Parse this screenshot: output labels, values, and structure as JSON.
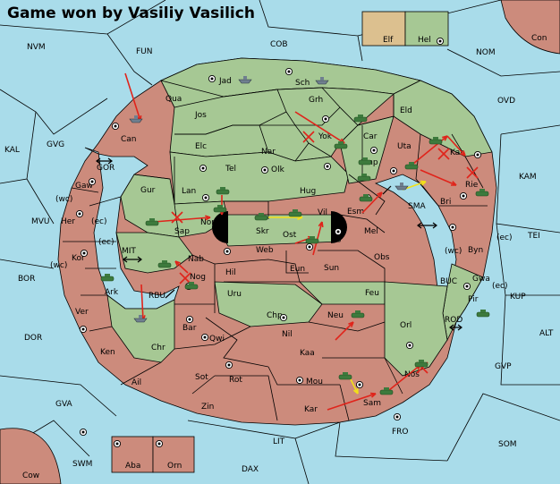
{
  "title": "Game won by Vasiliy Vasilich",
  "legend": [
    {
      "name": "Elf",
      "color": "#dcc08f"
    },
    {
      "name": "Hel",
      "color": "#a6c894"
    }
  ],
  "colors": {
    "sea": "#a9dcea",
    "hel": "#a6c894",
    "elf": "#cc8b7c",
    "move": "#e0241b",
    "support": "#f2e019",
    "unit": "#3d7a3d"
  },
  "provinces": [
    {
      "label": "NVM"
    },
    {
      "label": "FUN"
    },
    {
      "label": "COB"
    },
    {
      "label": "NOM"
    },
    {
      "label": "Con"
    },
    {
      "label": "OVD"
    },
    {
      "label": "KAL"
    },
    {
      "label": "GVG"
    },
    {
      "label": "GOR"
    },
    {
      "label": "KAM"
    },
    {
      "label": "MVU"
    },
    {
      "label": "SMA"
    },
    {
      "label": "TEI"
    },
    {
      "label": "MIT"
    },
    {
      "label": "BOR"
    },
    {
      "label": "BUC"
    },
    {
      "label": "KUP"
    },
    {
      "label": "RBU"
    },
    {
      "label": "ROD"
    },
    {
      "label": "DOR"
    },
    {
      "label": "ALT"
    },
    {
      "label": "GVP"
    },
    {
      "label": "GVA"
    },
    {
      "label": "FRO"
    },
    {
      "label": "LIT"
    },
    {
      "label": "SOM"
    },
    {
      "label": "SWM"
    },
    {
      "label": "DAX"
    },
    {
      "label": "Cow"
    },
    {
      "label": "Jad"
    },
    {
      "label": "Sch"
    },
    {
      "label": "Qua"
    },
    {
      "label": "Grh"
    },
    {
      "label": "Jos"
    },
    {
      "label": "Eld"
    },
    {
      "label": "Can"
    },
    {
      "label": "Car"
    },
    {
      "label": "Elc"
    },
    {
      "label": "Nar"
    },
    {
      "label": "Yok"
    },
    {
      "label": "Uta"
    },
    {
      "label": "Kat"
    },
    {
      "label": "Tel"
    },
    {
      "label": "Olk"
    },
    {
      "label": "Amp"
    },
    {
      "label": "Gaw"
    },
    {
      "label": "Gur"
    },
    {
      "label": "Lan"
    },
    {
      "label": "Hug"
    },
    {
      "label": "Rie"
    },
    {
      "label": "Bri"
    },
    {
      "label": "(wc)"
    },
    {
      "label": "Her"
    },
    {
      "label": "(ec)"
    },
    {
      "label": "Esm"
    },
    {
      "label": "Vil"
    },
    {
      "label": "Skr"
    },
    {
      "label": "Nor"
    },
    {
      "label": "Sap"
    },
    {
      "label": "Ost"
    },
    {
      "label": "Mel"
    },
    {
      "label": "Web"
    },
    {
      "label": "(ec)"
    },
    {
      "label": "Kor"
    },
    {
      "label": "(wc)"
    },
    {
      "label": "Nab"
    },
    {
      "label": "Obs"
    },
    {
      "label": "(wc)"
    },
    {
      "label": "Byn"
    },
    {
      "label": "(ec)"
    },
    {
      "label": "Eun"
    },
    {
      "label": "Sun"
    },
    {
      "label": "Hil"
    },
    {
      "label": "Nog"
    },
    {
      "label": "Gwa"
    },
    {
      "label": "(ec)"
    },
    {
      "label": "Ark"
    },
    {
      "label": "Uru"
    },
    {
      "label": "Feu"
    },
    {
      "label": "Pir"
    },
    {
      "label": "Ver"
    },
    {
      "label": "Chp"
    },
    {
      "label": "Neu"
    },
    {
      "label": "Orl"
    },
    {
      "label": "Bar"
    },
    {
      "label": "Qwi"
    },
    {
      "label": "Nil"
    },
    {
      "label": "Ken"
    },
    {
      "label": "Chr"
    },
    {
      "label": "Kaa"
    },
    {
      "label": "Ail"
    },
    {
      "label": "Sot"
    },
    {
      "label": "Rot"
    },
    {
      "label": "Mou"
    },
    {
      "label": "Nos"
    },
    {
      "label": "Zin"
    },
    {
      "label": "Kar"
    },
    {
      "label": "Sam"
    },
    {
      "label": "Aba"
    },
    {
      "label": "Orn"
    }
  ]
}
